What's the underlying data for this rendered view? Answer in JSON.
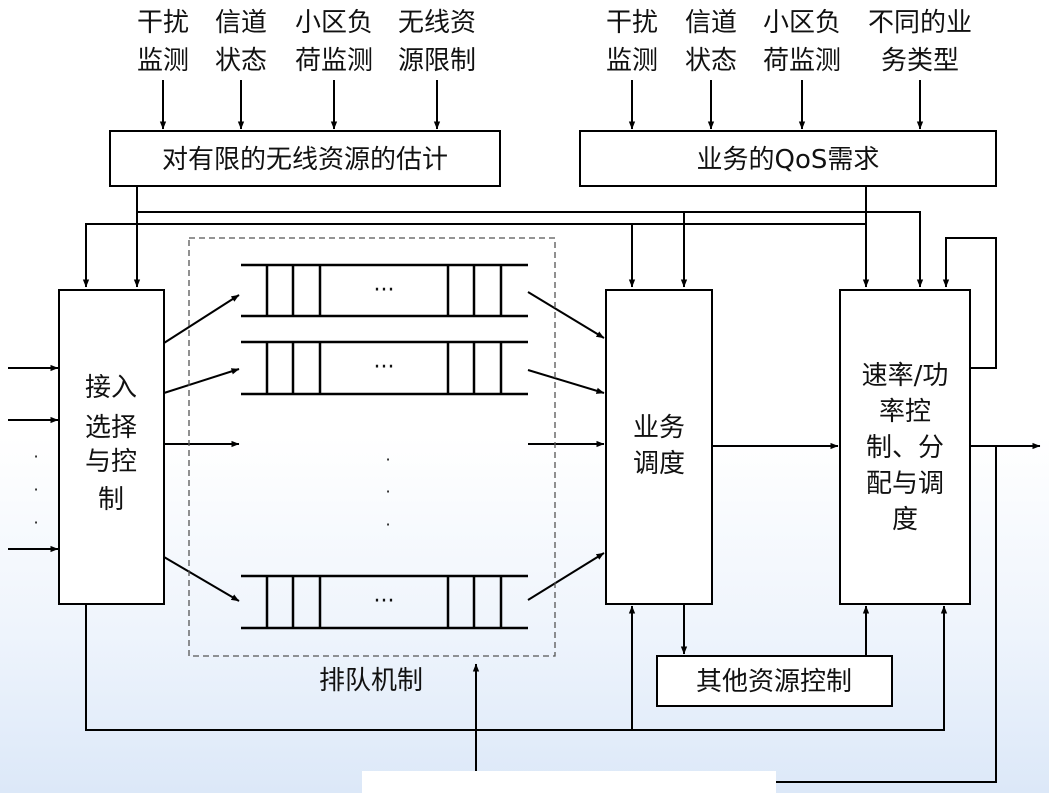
{
  "inputs_left": [
    {
      "line1": "干扰",
      "line2": "监测"
    },
    {
      "line1": "信道",
      "line2": "状态"
    },
    {
      "line1": "小区负",
      "line2": "荷监测"
    },
    {
      "line1": "无线资",
      "line2": "源限制"
    }
  ],
  "inputs_right": [
    {
      "line1": "干扰",
      "line2": "监测"
    },
    {
      "line1": "信道",
      "line2": "状态"
    },
    {
      "line1": "小区负",
      "line2": "荷监测"
    },
    {
      "line1": "不同的业",
      "line2": "务类型"
    }
  ],
  "estimate_box": "对有限的无线资源的估计",
  "qos_box": "业务的QoS需求",
  "admission_box": [
    "接入",
    "选择",
    "与控",
    "制"
  ],
  "scheduling_box": [
    "业务",
    "调度"
  ],
  "rate_box": [
    "速率/功",
    "率控",
    "制、分",
    "配与调",
    "度"
  ],
  "other_resource_box": "其他资源控制",
  "queue_label": "排队机制",
  "queue_ellipsis": "···",
  "vertical_dot": "·"
}
